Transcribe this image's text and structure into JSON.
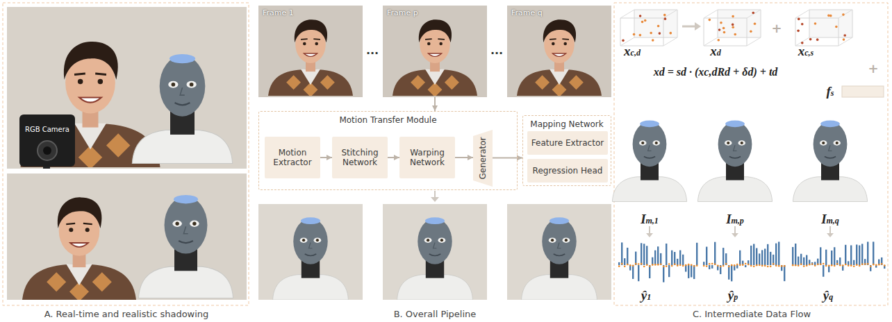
{
  "diagram": {
    "nodes": [
      {
        "text": [
          "Frame 1"
        ]
      },
      {
        "text": [
          "Frame p"
        ]
      },
      {
        "text": [
          "Frame q"
        ]
      },
      {
        "text": [
          "Motion Transfer Module"
        ]
      },
      {
        "text": [
          "Motion Extractor"
        ],
        "in": 3
      },
      {
        "text": [
          "Stitching Network"
        ],
        "in": 3
      },
      {
        "text": [
          "Warping Network"
        ],
        "in": 3
      },
      {
        "text": [
          "Generator"
        ],
        "in": 3
      },
      {
        "text": [
          "Mapping Network"
        ]
      },
      {
        "text": [
          "Feature Extractor"
        ],
        "in": 8
      },
      {
        "text": [
          "Regression Head"
        ],
        "in": 8
      }
    ],
    "edges": [
      {
        "from": 1,
        "to": 3,
        "arrow": "to"
      },
      {
        "from": 4,
        "to": 5,
        "arrow": "to"
      },
      {
        "from": 5,
        "to": 6,
        "arrow": "to"
      },
      {
        "from": 6,
        "to": 7,
        "arrow": "to"
      },
      {
        "from": 7,
        "to": 8,
        "arrow": "to"
      }
    ],
    "labels": [
      "RGB Camera",
      "A. Real-time and realistic shadowing",
      "...",
      "...",
      "B. Overall Pipeline",
      "xc,d",
      "xd",
      "+",
      "xc,s",
      "xd = sd · (xc,dRd + δd) + td",
      "+",
      "fs",
      "Im,1",
      "Im,p",
      "Im,q",
      "ŷ1",
      "ŷp",
      "ŷq",
      "C. Intermediate Data Flow"
    ]
  }
}
